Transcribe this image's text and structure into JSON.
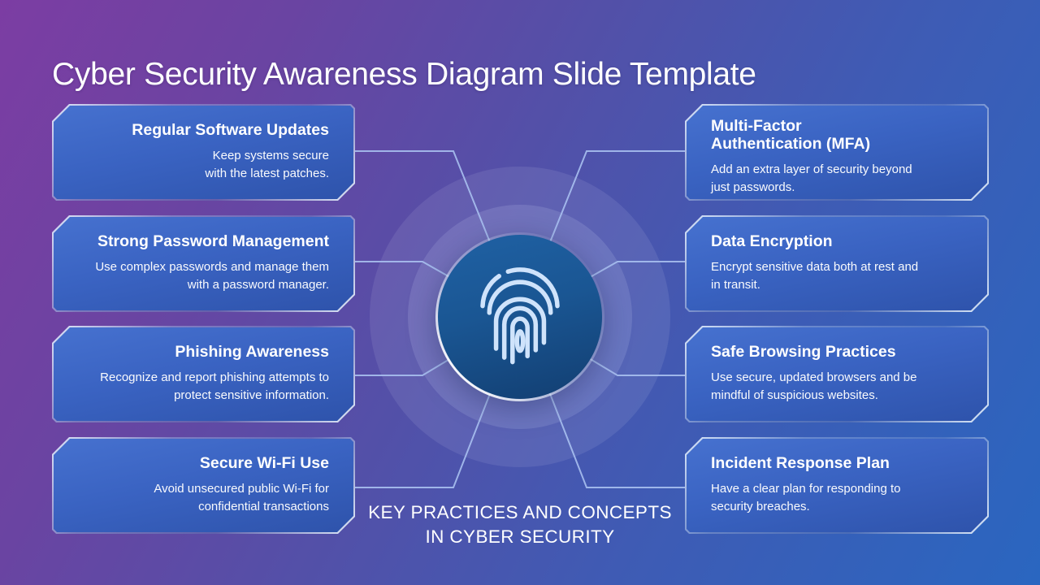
{
  "slide": {
    "title": "Cyber Security Awareness Diagram Slide Template",
    "caption": "KEY PRACTICES AND CONCEPTS\nIN CYBER SECURITY"
  },
  "center": {
    "icon": "fingerprint-icon"
  },
  "cards": {
    "left": [
      {
        "title": "Regular Software Updates",
        "description": "Keep systems secure\nwith the latest patches."
      },
      {
        "title": "Strong Password Management",
        "description": "Use complex passwords and manage them\nwith a password manager."
      },
      {
        "title": "Phishing Awareness",
        "description": "Recognize and report phishing attempts to\nprotect sensitive information."
      },
      {
        "title": "Secure Wi-Fi Use",
        "description": "Avoid unsecured public Wi-Fi for\nconfidential transactions"
      }
    ],
    "right": [
      {
        "title": "Multi-Factor\nAuthentication (MFA)",
        "description": "Add an extra layer of security beyond\njust passwords."
      },
      {
        "title": "Data Encryption",
        "description": "Encrypt sensitive data both at rest and\nin transit."
      },
      {
        "title": "Safe Browsing Practices",
        "description": "Use secure, updated browsers and be\nmindful of suspicious websites."
      },
      {
        "title": "Incident Response Plan",
        "description": "Have a clear plan for responding to\nsecurity breaches."
      }
    ]
  },
  "colors": {
    "background_gradient_start": "#7c3da3",
    "background_gradient_end": "#2a66c0",
    "card_fill_top": "#4671cf",
    "card_fill_bottom": "#2e53ab",
    "card_border_highlight": "#e6f2ff",
    "badge_fill": "#1a5693",
    "fingerprint_stroke": "#cfe3fb",
    "connector_line": "#a8c0f0",
    "text": "#ffffff"
  }
}
